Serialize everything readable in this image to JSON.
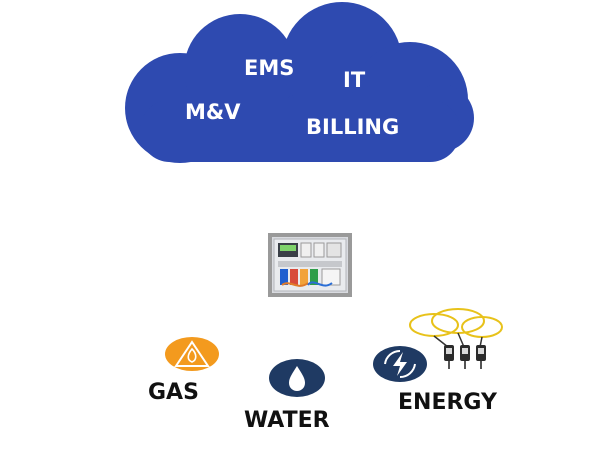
{
  "cloud": {
    "labels": {
      "ems": "EMS",
      "it": "IT",
      "mv": "M&V",
      "billing": "BILLING"
    },
    "color": "#2e4ab0"
  },
  "device": {
    "icon": "meter-panel-icon"
  },
  "sources": {
    "gas": {
      "label": "GAS",
      "icon": "flame-icon",
      "color": "#f39a1e"
    },
    "water": {
      "label": "WATER",
      "icon": "water-drop-icon",
      "color": "#1f3a63"
    },
    "energy": {
      "label": "ENERGY",
      "icon": "lightning-icon",
      "color": "#1f3a63"
    }
  },
  "sensors": {
    "icon": "current-sensor-icon"
  }
}
